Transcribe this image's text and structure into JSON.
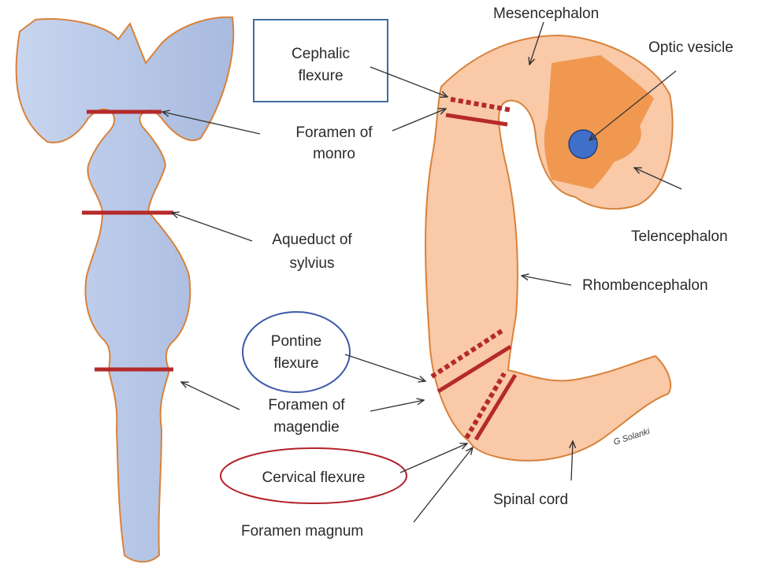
{
  "labels": {
    "mesencephalon": "Mesencephalon",
    "optic_vesicle": "Optic vesicle",
    "cephalic_flexure_1": "Cephalic",
    "cephalic_flexure_2": "flexure",
    "foramen_monro_1": "Foramen of",
    "foramen_monro_2": "monro",
    "telencephalon": "Telencephalon",
    "aqueduct_1": "Aqueduct of",
    "aqueduct_2": "sylvius",
    "rhombencephalon": "Rhombencephalon",
    "pontine_1": "Pontine",
    "pontine_2": "flexure",
    "magendie_1": "Foramen of",
    "magendie_2": "magendie",
    "cervical_flexure": "Cervical flexure",
    "spinal_cord": "Spinal cord",
    "foramen_magnum": "Foramen magnum",
    "signature": "G Solanki"
  },
  "colors": {
    "ventricle_fill": "#bccbe9",
    "outline": "#d9823a",
    "tube_fill": "#f9c9a8",
    "optic_region": "#ef9449",
    "optic_vesicle": "#3f6fc8",
    "constriction": "#b52a2a",
    "box_outline": "#3e6e9c",
    "circle_outline": "#3b5aa8",
    "ellipse_outline": "#b3222a",
    "arrow": "#333333"
  }
}
